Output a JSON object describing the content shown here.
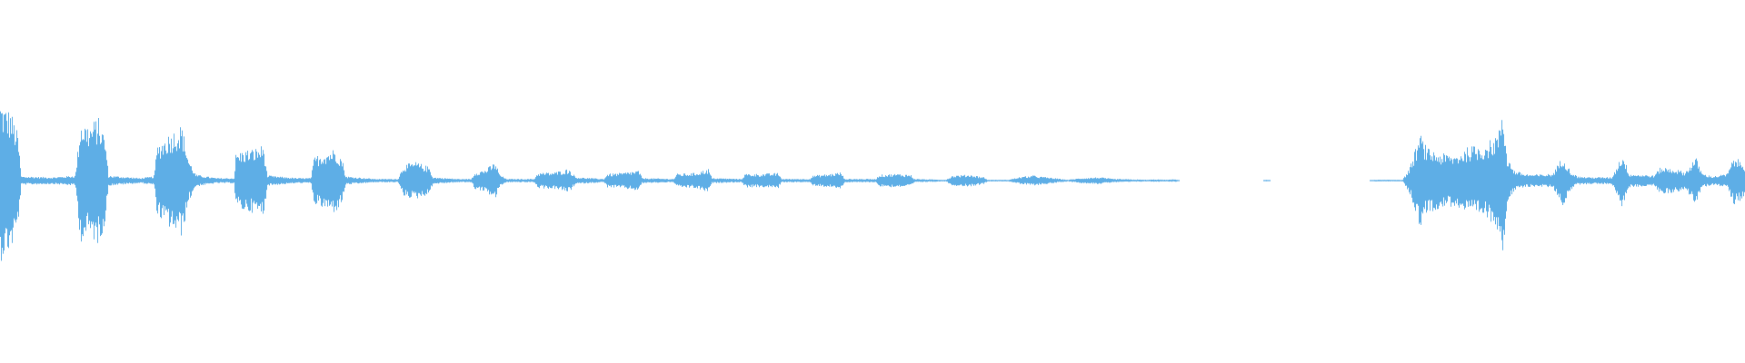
{
  "waveform": {
    "color": "#5eaee6",
    "envelope": [
      [
        0.0,
        0.95
      ],
      [
        0.002,
        0.88
      ],
      [
        0.006,
        0.82
      ],
      [
        0.01,
        0.55
      ],
      [
        0.012,
        0.05
      ],
      [
        0.03,
        0.04
      ],
      [
        0.043,
        0.06
      ],
      [
        0.046,
        0.72
      ],
      [
        0.051,
        0.65
      ],
      [
        0.056,
        0.75
      ],
      [
        0.06,
        0.52
      ],
      [
        0.062,
        0.06
      ],
      [
        0.08,
        0.03
      ],
      [
        0.088,
        0.05
      ],
      [
        0.09,
        0.42
      ],
      [
        0.096,
        0.54
      ],
      [
        0.104,
        0.66
      ],
      [
        0.108,
        0.25
      ],
      [
        0.112,
        0.07
      ],
      [
        0.118,
        0.05
      ],
      [
        0.124,
        0.03
      ],
      [
        0.134,
        0.03
      ],
      [
        0.135,
        0.32
      ],
      [
        0.14,
        0.36
      ],
      [
        0.146,
        0.38
      ],
      [
        0.151,
        0.42
      ],
      [
        0.153,
        0.06
      ],
      [
        0.17,
        0.03
      ],
      [
        0.178,
        0.03
      ],
      [
        0.18,
        0.28
      ],
      [
        0.186,
        0.34
      ],
      [
        0.192,
        0.38
      ],
      [
        0.196,
        0.26
      ],
      [
        0.198,
        0.05
      ],
      [
        0.215,
        0.02
      ],
      [
        0.228,
        0.02
      ],
      [
        0.231,
        0.18
      ],
      [
        0.238,
        0.22
      ],
      [
        0.246,
        0.16
      ],
      [
        0.248,
        0.04
      ],
      [
        0.262,
        0.02
      ],
      [
        0.27,
        0.02
      ],
      [
        0.272,
        0.1
      ],
      [
        0.278,
        0.13
      ],
      [
        0.284,
        0.22
      ],
      [
        0.286,
        0.08
      ],
      [
        0.29,
        0.02
      ],
      [
        0.306,
        0.02
      ],
      [
        0.308,
        0.09
      ],
      [
        0.318,
        0.1
      ],
      [
        0.326,
        0.14
      ],
      [
        0.33,
        0.04
      ],
      [
        0.346,
        0.02
      ],
      [
        0.348,
        0.08
      ],
      [
        0.356,
        0.09
      ],
      [
        0.366,
        0.12
      ],
      [
        0.368,
        0.03
      ],
      [
        0.386,
        0.02
      ],
      [
        0.388,
        0.08
      ],
      [
        0.398,
        0.09
      ],
      [
        0.406,
        0.14
      ],
      [
        0.408,
        0.03
      ],
      [
        0.425,
        0.02
      ],
      [
        0.427,
        0.08
      ],
      [
        0.437,
        0.08
      ],
      [
        0.446,
        0.09
      ],
      [
        0.448,
        0.02
      ],
      [
        0.464,
        0.02
      ],
      [
        0.466,
        0.06
      ],
      [
        0.476,
        0.08
      ],
      [
        0.482,
        0.1
      ],
      [
        0.484,
        0.02
      ],
      [
        0.502,
        0.02
      ],
      [
        0.504,
        0.07
      ],
      [
        0.514,
        0.08
      ],
      [
        0.522,
        0.07
      ],
      [
        0.524,
        0.02
      ],
      [
        0.542,
        0.01
      ],
      [
        0.546,
        0.06
      ],
      [
        0.556,
        0.07
      ],
      [
        0.564,
        0.04
      ],
      [
        0.566,
        0.01
      ],
      [
        0.578,
        0.01
      ],
      [
        0.584,
        0.04
      ],
      [
        0.592,
        0.06
      ],
      [
        0.6,
        0.04
      ],
      [
        0.612,
        0.01
      ],
      [
        0.62,
        0.03
      ],
      [
        0.63,
        0.04
      ],
      [
        0.638,
        0.02
      ],
      [
        0.658,
        0.01
      ],
      [
        0.662,
        0.015
      ],
      [
        0.668,
        0.01
      ],
      [
        0.674,
        0.015
      ],
      [
        0.676,
        0.0
      ],
      [
        0.724,
        0.0
      ],
      [
        0.726,
        0.01
      ],
      [
        0.728,
        0.0
      ],
      [
        0.785,
        0.0
      ],
      [
        0.788,
        0.01
      ],
      [
        0.804,
        0.01
      ],
      [
        0.808,
        0.15
      ],
      [
        0.814,
        0.55
      ],
      [
        0.818,
        0.38
      ],
      [
        0.826,
        0.32
      ],
      [
        0.834,
        0.3
      ],
      [
        0.842,
        0.4
      ],
      [
        0.85,
        0.42
      ],
      [
        0.856,
        0.5
      ],
      [
        0.86,
        0.62
      ],
      [
        0.861,
        0.95
      ],
      [
        0.864,
        0.28
      ],
      [
        0.868,
        0.12
      ],
      [
        0.874,
        0.08
      ],
      [
        0.88,
        0.07
      ],
      [
        0.89,
        0.08
      ],
      [
        0.896,
        0.3
      ],
      [
        0.9,
        0.12
      ],
      [
        0.904,
        0.05
      ],
      [
        0.912,
        0.04
      ],
      [
        0.924,
        0.04
      ],
      [
        0.93,
        0.32
      ],
      [
        0.934,
        0.08
      ],
      [
        0.948,
        0.06
      ],
      [
        0.952,
        0.16
      ],
      [
        0.96,
        0.14
      ],
      [
        0.966,
        0.1
      ],
      [
        0.972,
        0.28
      ],
      [
        0.976,
        0.08
      ],
      [
        0.982,
        0.05
      ],
      [
        0.99,
        0.08
      ],
      [
        0.994,
        0.28
      ],
      [
        1.0,
        0.2
      ]
    ]
  }
}
